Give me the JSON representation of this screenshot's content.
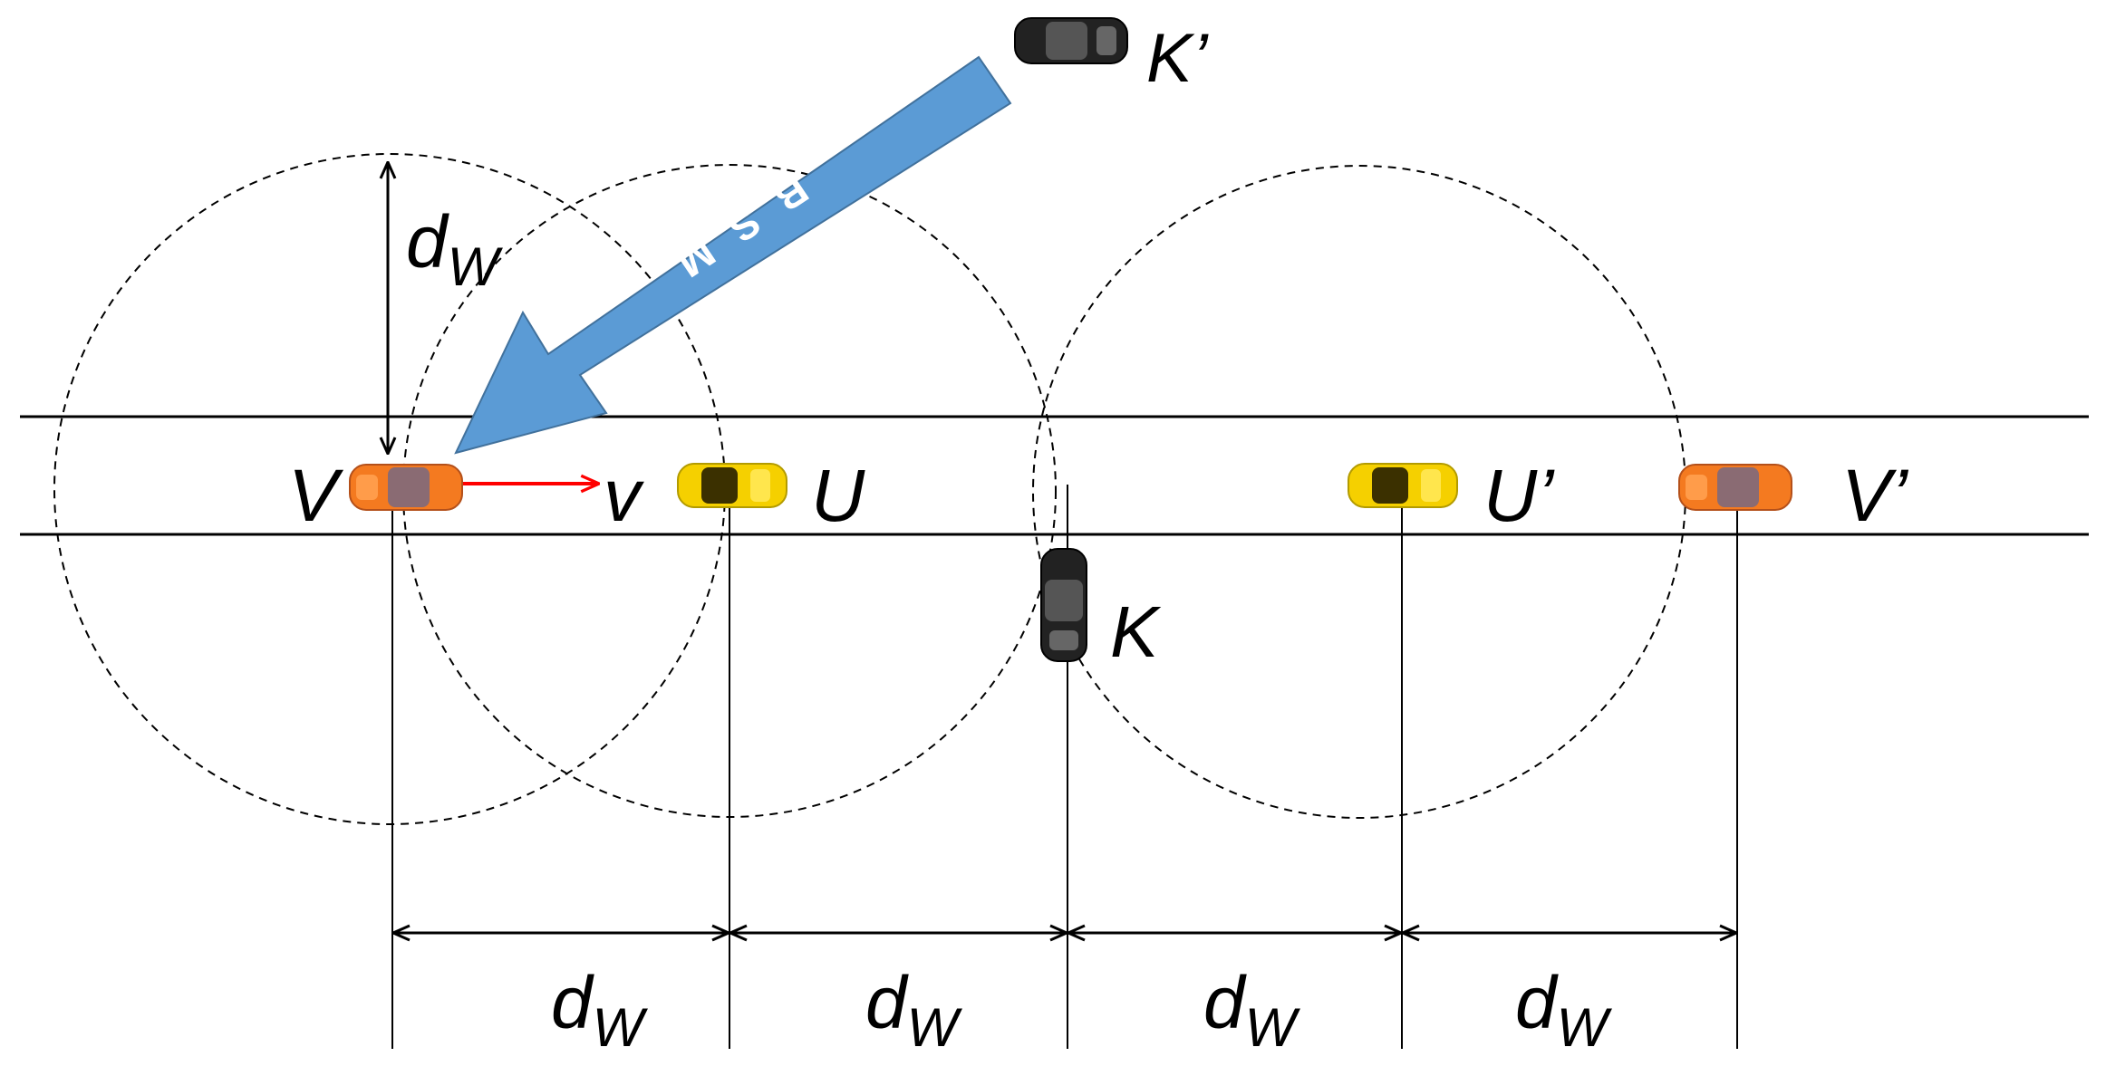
{
  "diagram": {
    "colors": {
      "background": "#ffffff",
      "line": "#000000",
      "bsm_arrow_fill": "#5b9bd5",
      "bsm_arrow_stroke": "#41719c",
      "velocity_arrow": "#ff0000",
      "orange_car": "#f47a20",
      "yellow_car": "#f5d000",
      "black_car": "#222222"
    },
    "labels": {
      "V": "V",
      "U": "U",
      "K": "K",
      "K_prime": "K’",
      "U_prime": "U’",
      "V_prime": "V’",
      "velocity": "v",
      "bsm": "BSM"
    },
    "distance": {
      "base": "d",
      "subscript": "W"
    },
    "icons": {
      "orange_car": "car-icon",
      "yellow_car": "car-icon",
      "black_car": "car-icon"
    }
  }
}
